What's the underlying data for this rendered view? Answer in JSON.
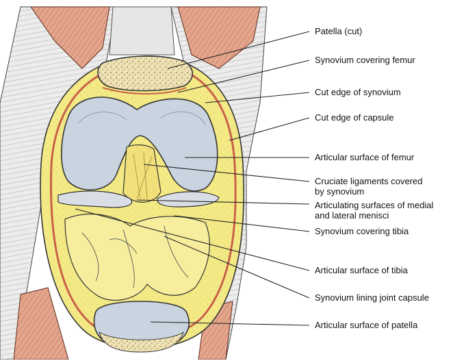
{
  "labels": [
    {
      "id": "patella-cut",
      "lines": [
        "Patella (cut)"
      ]
    },
    {
      "id": "synovium-covering-femur",
      "lines": [
        "Synovium covering femur"
      ]
    },
    {
      "id": "cut-edge-synovium",
      "lines": [
        "Cut edge of synovium"
      ]
    },
    {
      "id": "cut-edge-capsule",
      "lines": [
        "Cut edge of capsule"
      ]
    },
    {
      "id": "articular-surface-femur",
      "lines": [
        "Articular surface of femur"
      ]
    },
    {
      "id": "cruciate-ligaments",
      "lines": [
        "Cruciate ligaments covered",
        "by synovium"
      ]
    },
    {
      "id": "menisci-surfaces",
      "lines": [
        "Articulating surfaces of medial",
        "and lateral menisci"
      ]
    },
    {
      "id": "synovium-covering-tibia",
      "lines": [
        "Synovium covering tibia"
      ]
    },
    {
      "id": "articular-surface-tibia",
      "lines": [
        "Articular surface of tibia"
      ]
    },
    {
      "id": "synovium-lining-capsule",
      "lines": [
        "Synovium lining joint capsule"
      ]
    },
    {
      "id": "articular-surface-patella",
      "lines": [
        "Articular surface of patella"
      ]
    }
  ],
  "colors": {
    "synovium_yellow": "#f3ea86",
    "cartilage_blue": "#c9d4e0",
    "bone_cream": "#efe3b5",
    "muscle_red": "#d98a6f",
    "tissue_gray": "#e8e8e8",
    "capsule_red": "#c9604a"
  }
}
